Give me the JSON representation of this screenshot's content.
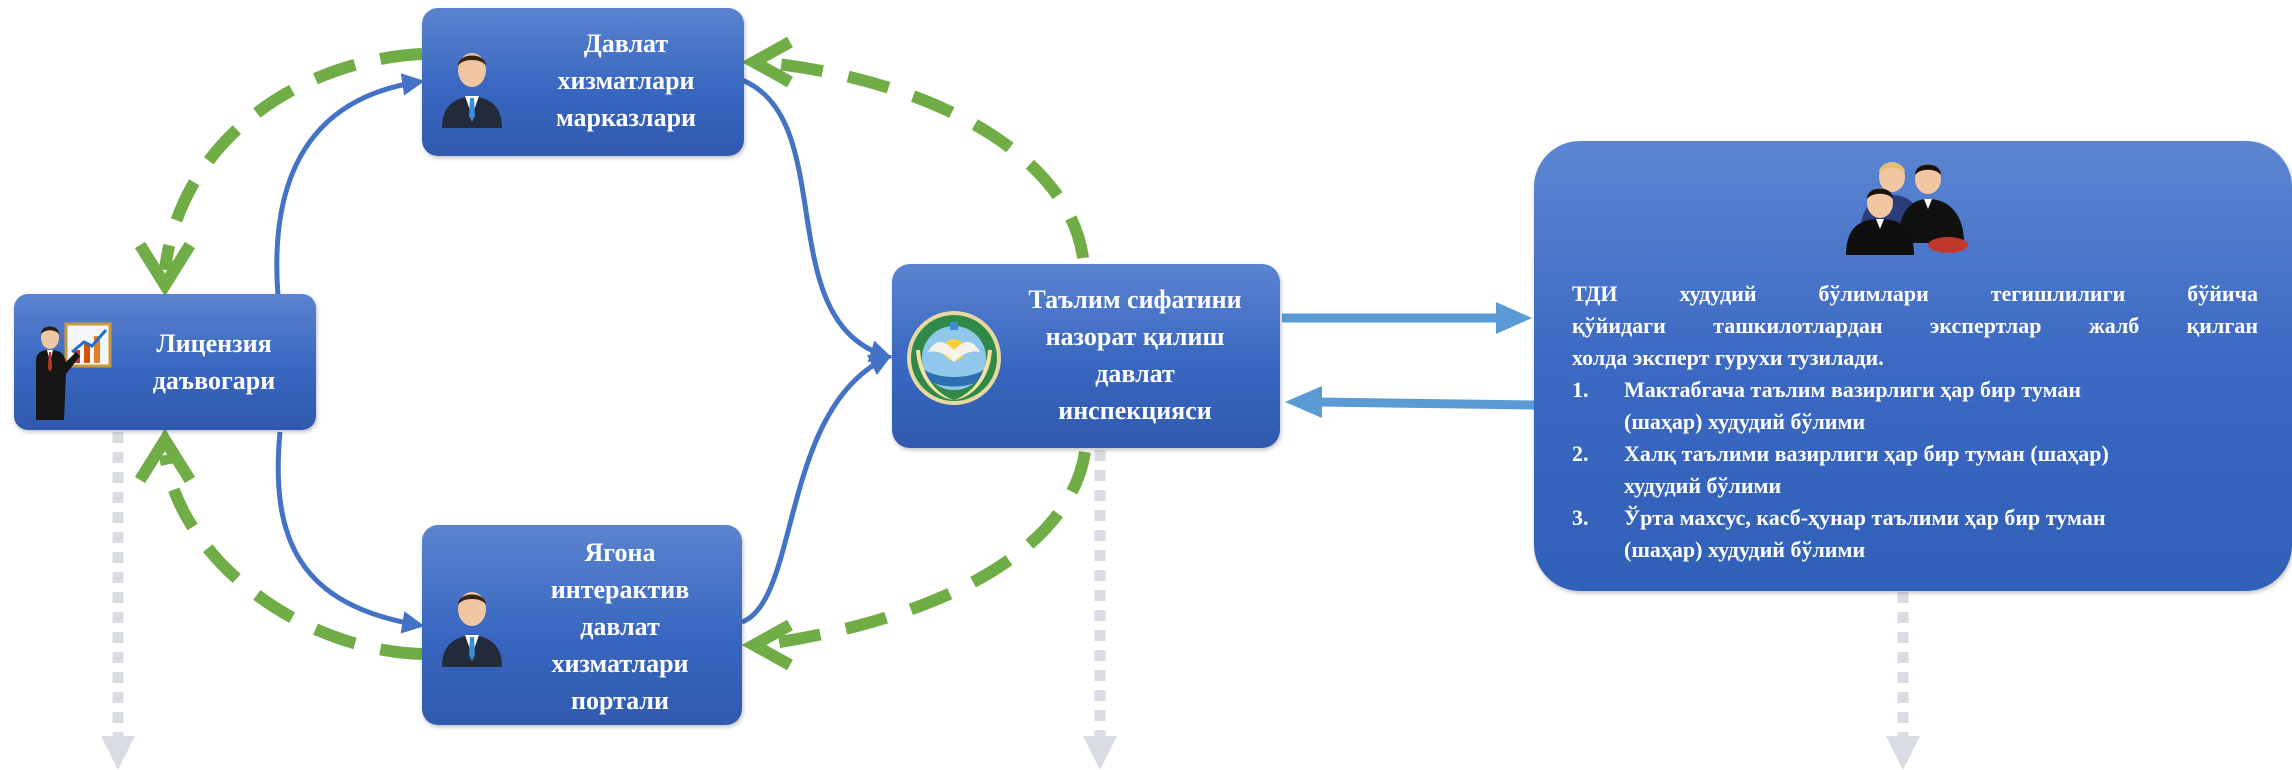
{
  "nodes": {
    "dhm": {
      "label": [
        "Давлат",
        "хизматлари",
        "марказлари"
      ],
      "icon": "businessman-icon"
    },
    "lic": {
      "label": [
        "Лицензия",
        "даъвогари"
      ],
      "icon": "presenter-chart-icon"
    },
    "yig": {
      "label": [
        "Ягона",
        "интерактив",
        "давлат",
        "хизматлари",
        "портали"
      ],
      "icon": "businessman-icon"
    },
    "tsn": {
      "label": [
        "Таълим сифатини",
        "назорат қилиш",
        "давлат",
        "инспекцияси"
      ],
      "icon": "state-emblem-icon"
    },
    "tdi": {
      "icon": "group-people-icon",
      "intro_line1": "ТДИ худудий бўлимлари тегишлилиги бўйича",
      "intro_line2": "қўйидаги ташкилотлардан экспертлар жалб қилган",
      "intro_line3": "холда эксперт гурухи тузилади.",
      "items": [
        {
          "num": "1.",
          "line1": "Мактабгача таълим вазирлиги ҳар бир туман",
          "line2": "(шаҳар) худудий бўлими"
        },
        {
          "num": "2.",
          "line1": "Халқ таълими вазирлиги ҳар бир туман (шаҳар)",
          "line2": "худудий бўлими"
        },
        {
          "num": "3.",
          "line1": "Ўрта махсус, касб-ҳунар таълими ҳар бир туман",
          "line2": "(шаҳар) худудий бўлими"
        }
      ]
    }
  },
  "colors": {
    "box_blue": "#3966c0",
    "curve_blue": "#4472c4",
    "dashed_green": "#70ad47",
    "arrow_light_blue": "#5b9bd5",
    "dotted_gray": "#d9dde3"
  }
}
